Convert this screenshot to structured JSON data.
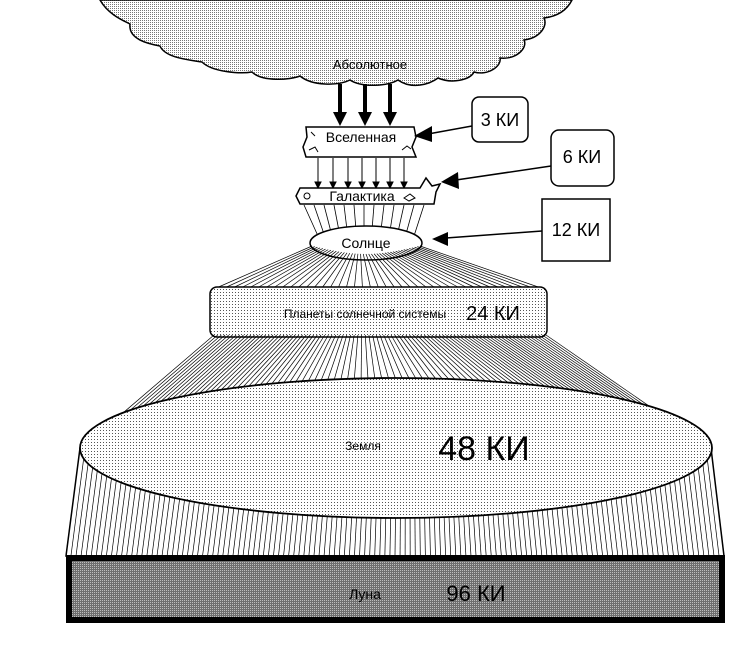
{
  "diagram": {
    "absolute_label": "Абсолютное",
    "levels": [
      {
        "id": "universe",
        "label": "Вселенная",
        "callout": "3 КИ"
      },
      {
        "id": "galaxy",
        "label": "Галактика",
        "callout": "6 КИ"
      },
      {
        "id": "sun",
        "label": "Солнце",
        "callout": "12 КИ"
      },
      {
        "id": "planets",
        "label": "Планеты солнечной системы",
        "callout": "24 КИ"
      },
      {
        "id": "earth",
        "label": "Земля",
        "callout": "48 КИ"
      },
      {
        "id": "moon",
        "label": "Луна",
        "callout": "96 КИ"
      }
    ]
  },
  "colors": {
    "ink": "#000000",
    "paper": "#ffffff",
    "dotted_fill": "#c8c8c8",
    "moon_fill": "#8c8c8c"
  }
}
